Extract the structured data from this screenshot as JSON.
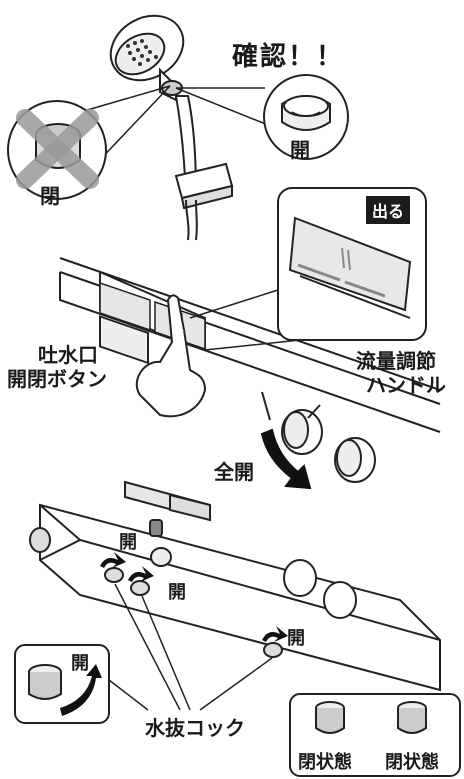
{
  "labels": {
    "confirm": "確認！！",
    "open_top_right": "開",
    "closed_top_left": "閉",
    "comes_out": "出る",
    "spout_button_line1": "吐水口",
    "spout_button_line2": "開閉ボタン",
    "flow_handle_line1": "流量調節",
    "flow_handle_line2": "ハンドル",
    "full_open": "全開",
    "open_a": "開",
    "open_b": "開",
    "open_c": "開",
    "open_inset": "開",
    "drain_cock": "水抜コック",
    "closed_state_1": "閉状態",
    "closed_state_2": "閉状態"
  }
}
